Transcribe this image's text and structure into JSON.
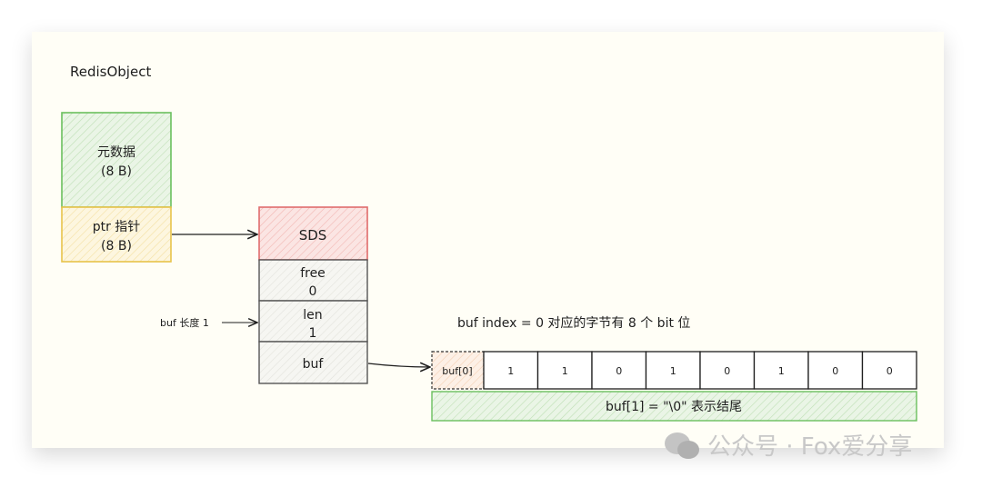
{
  "title": "RedisObject",
  "redis_object": {
    "meta_line1": "元数据",
    "meta_line2": "(8 B)",
    "ptr_line1": "ptr 指针",
    "ptr_line2": "(8 B)"
  },
  "sds": {
    "header": "SDS",
    "free_label": "free",
    "free_value": "0",
    "len_label": "len",
    "len_value": "1",
    "buf_label": "buf"
  },
  "len_annotation": "buf 长度 1",
  "bits_caption": "buf index = 0 对应的字节有 8 个 bit 位",
  "buf0_label": "buf[0]",
  "bits": [
    "1",
    "1",
    "0",
    "1",
    "0",
    "1",
    "0",
    "0"
  ],
  "terminator": "buf[1]  = \"\\0\" 表示结尾",
  "watermark": "公众号 · Fox爱分享",
  "colors": {
    "green": "#6abf5e",
    "yellow": "#e8c34a",
    "red": "#e06c6c",
    "gray": "#555555",
    "canvas": "#fffef6"
  }
}
